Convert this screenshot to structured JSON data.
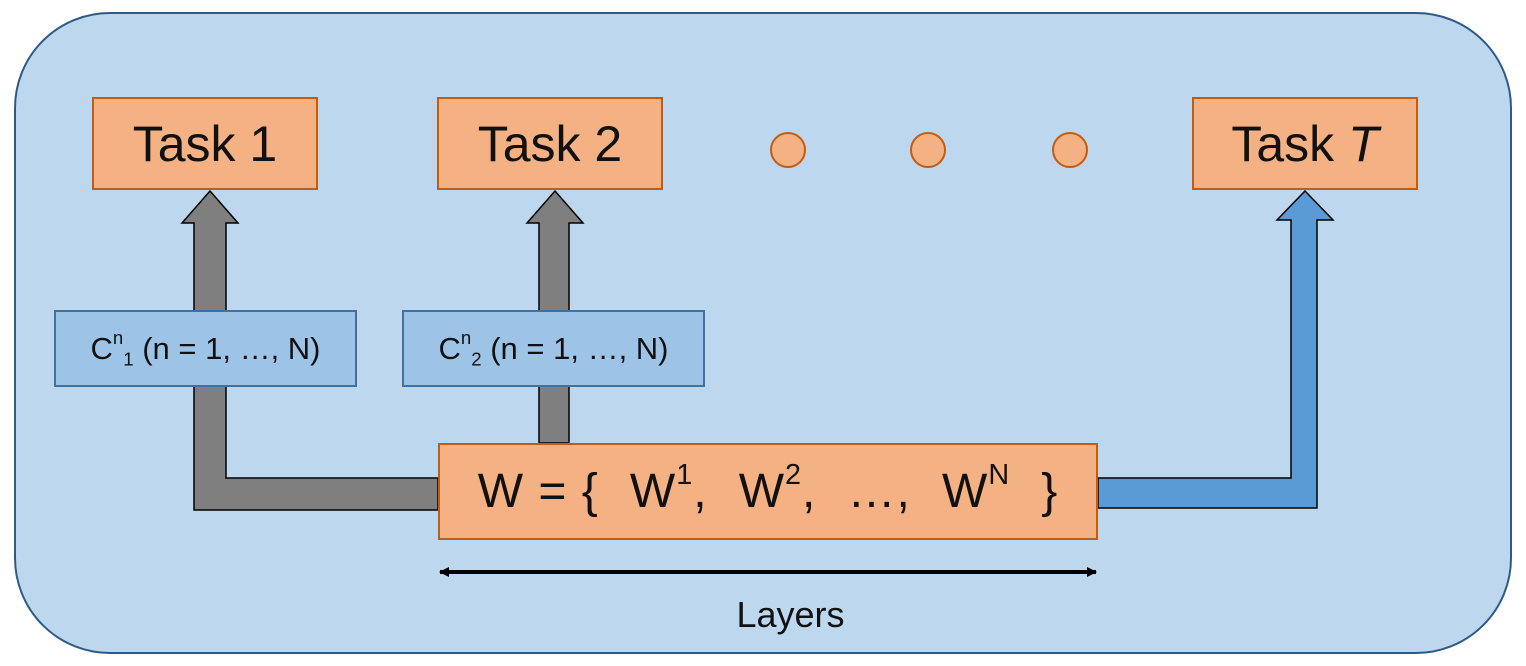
{
  "tasks": [
    {
      "label": "Task 1"
    },
    {
      "label": "Task 2"
    },
    {
      "label_prefix": "Task ",
      "label_italic": "T"
    }
  ],
  "contexts": [
    {
      "base": "C",
      "sup": "n",
      "sub": "1",
      "range": "(n = 1, …, N)"
    },
    {
      "base": "C",
      "sup": "n",
      "sub": "2",
      "range": "(n = 1, …, N)"
    }
  ],
  "weights": {
    "prefix": "W = {",
    "items": [
      {
        "base": "W",
        "sup": "1",
        "sep": ","
      },
      {
        "base": "W",
        "sup": "2",
        "sep": ","
      },
      {
        "text": "…,"
      },
      {
        "base": "W",
        "sup": "N"
      }
    ],
    "suffix": "}"
  },
  "axis_label": "Layers",
  "colors": {
    "panel_fill": "#bdd7ee",
    "panel_border": "#2e5a88",
    "task_fill": "#f4b183",
    "task_border": "#c55a11",
    "context_fill": "#9dc3e6",
    "context_border": "#41719c",
    "arrow_gray": "#7f7f7f",
    "arrow_blue": "#5b9bd5"
  }
}
